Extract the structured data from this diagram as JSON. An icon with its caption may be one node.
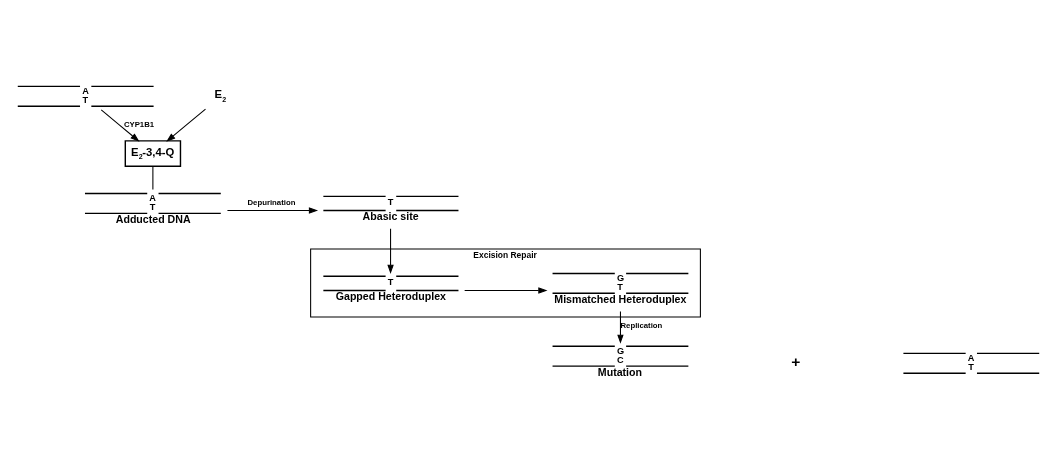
{
  "diagram": {
    "nodes": [
      {
        "text": [
          "A",
          "T"
        ]
      },
      {
        "text": [
          "E$_{2}$"
        ]
      },
      {
        "text": [
          "E$_{2}$-3,4-Q"
        ]
      },
      {
        "text": [
          "A",
          "T",
          "Adducted DNA"
        ]
      },
      {
        "text": [
          "T",
          "Abasic site"
        ]
      },
      {
        "text": [
          "Excision Repair"
        ]
      },
      {
        "text": [
          "G",
          "T",
          "Mismatched Heteroduplex"
        ],
        "in": 5
      },
      {
        "text": [
          "T",
          "Gapped Heteroduplex"
        ],
        "in": 5
      },
      {
        "text": [
          "G",
          "C",
          "Mutation"
        ]
      },
      {
        "text": [
          "A",
          "T"
        ]
      }
    ],
    "edges": [
      {
        "from": 0,
        "to": 2,
        "arrow": "to",
        "label": "CYP1B1"
      },
      {
        "from": 1,
        "to": 2,
        "arrow": "to"
      },
      {
        "from": 2,
        "to": 3,
        "arrow": "none"
      },
      {
        "from": 3,
        "to": 4,
        "arrow": "to",
        "label": "Depurination"
      },
      {
        "from": 4,
        "to": 7,
        "arrow": "to"
      },
      {
        "from": 7,
        "to": 6,
        "arrow": "to"
      },
      {
        "from": 6,
        "to": 8,
        "arrow": "to",
        "label": "Replication"
      }
    ],
    "labels": [
      "+"
    ]
  }
}
